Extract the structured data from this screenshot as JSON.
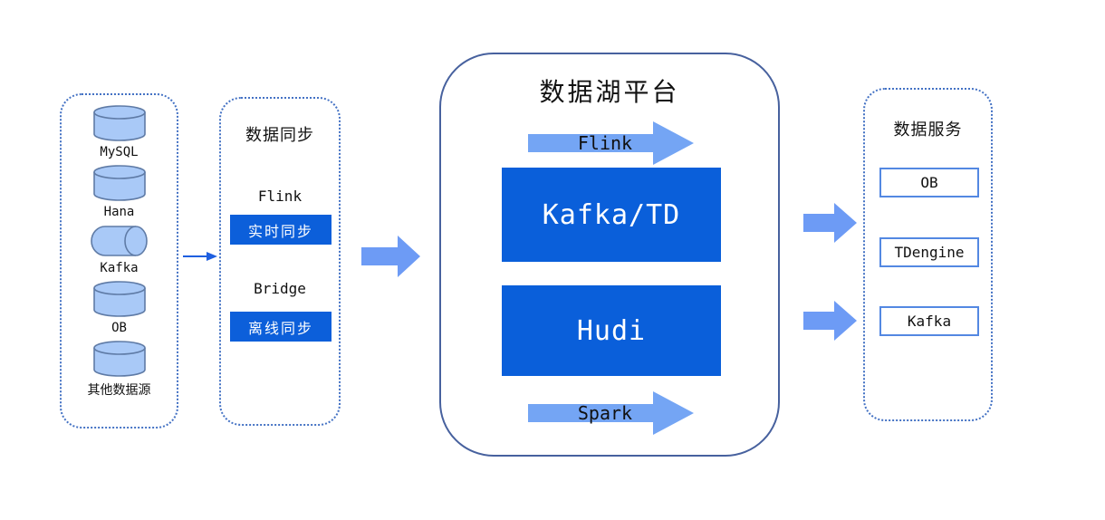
{
  "colors": {
    "solid_blue": "#0a5fda",
    "block_arrow_blue": "#6d9bf5",
    "flow_arrow_blue": "#74a5f4",
    "cylinder_fill": "#a9c9f7",
    "cylinder_stroke": "#5f7ba6",
    "dotted_border_blue": "#4472c4",
    "platform_border_blue": "#47619e",
    "service_box_border": "#5388e2",
    "thin_arrow_blue": "#1e5fe0"
  },
  "sources": {
    "items": [
      {
        "label": "MySQL"
      },
      {
        "label": "Hana"
      },
      {
        "label": "Kafka"
      },
      {
        "label": "OB"
      },
      {
        "label": "其他数据源"
      }
    ]
  },
  "sync": {
    "title": "数据同步",
    "groups": [
      {
        "engine": "Flink",
        "mode": "实时同步"
      },
      {
        "engine": "Bridge",
        "mode": "离线同步"
      }
    ]
  },
  "platform": {
    "title": "数据湖平台",
    "top_flow": "Flink",
    "boxes": [
      {
        "label": "Kafka/TD"
      },
      {
        "label": "Hudi"
      }
    ],
    "bottom_flow": "Spark"
  },
  "services": {
    "title": "数据服务",
    "items": [
      {
        "label": "OB"
      },
      {
        "label": "TDengine"
      },
      {
        "label": "Kafka"
      }
    ]
  }
}
